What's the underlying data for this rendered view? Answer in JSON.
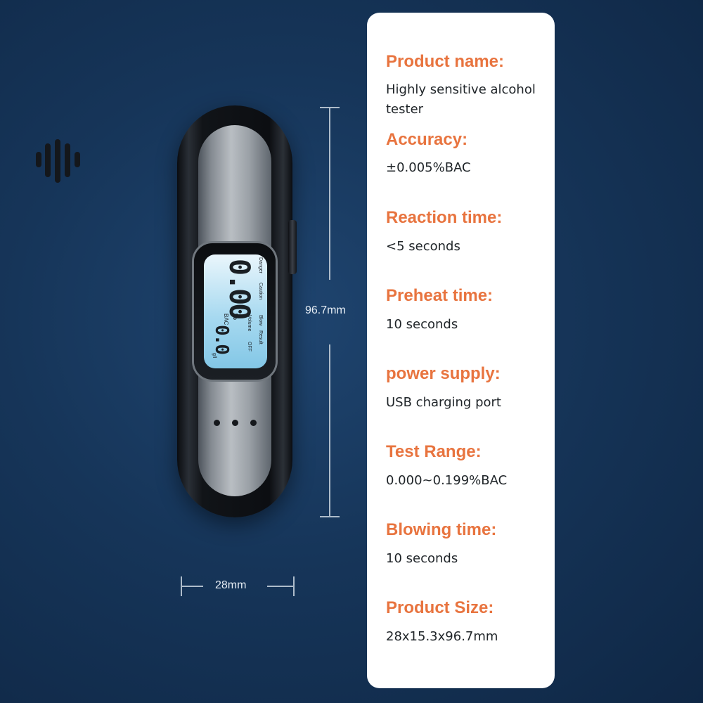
{
  "device": {
    "lcd": {
      "label_volume": "Volume",
      "label_off": "OFF",
      "label_blow": "Blow",
      "label_result": "Result",
      "label_caution": "Caution",
      "label_danger": "Danger",
      "main_reading": "0.00",
      "main_unit_percent": "%",
      "main_unit_bac": "BAC",
      "secondary_reading": "0.0",
      "secondary_unit": "g/l"
    },
    "icons": [
      "speaker-grille-icon",
      "power-button-icon",
      "indicator-dots-icon"
    ]
  },
  "dimensions": {
    "height_label": "96.7mm",
    "width_label": "28mm"
  },
  "specs": [
    {
      "title": "Product name:",
      "value": "Highly sensitive alcohol tester"
    },
    {
      "title": "Accuracy:",
      "value": "±0.005%BAC"
    },
    {
      "title": "Reaction time:",
      "value": "<5 seconds"
    },
    {
      "title": "Preheat time:",
      "value": "10 seconds"
    },
    {
      "title": "power supply:",
      "value": "USB charging port"
    },
    {
      "title": "Test Range:",
      "value": "0.000~0.199%BAC"
    },
    {
      "title": "Blowing time:",
      "value": "10 seconds"
    },
    {
      "title": "Product Size:",
      "value": "28x15.3x96.7mm"
    }
  ],
  "colors": {
    "accent": "#e8743f",
    "background": "#163559",
    "card": "#ffffff",
    "text": "#1f2428"
  }
}
